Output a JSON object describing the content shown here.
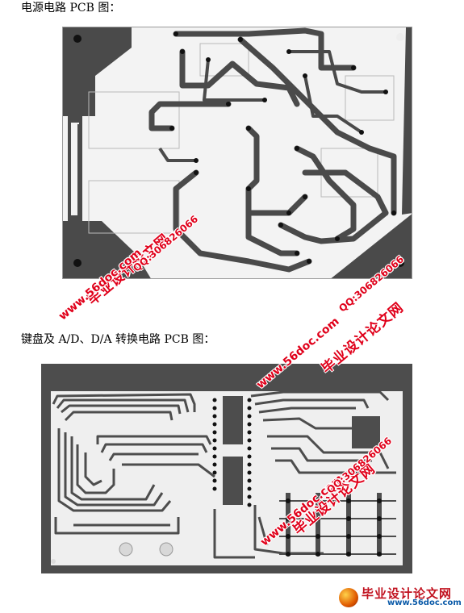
{
  "captions": {
    "power_pcb": "电源电路 PCB 图：",
    "keyboard_pcb": "键盘及 A/D、D/A 转换电路 PCB 图："
  },
  "watermarks": {
    "site_cn": "毕业设计论文网",
    "url": "www.56doc.com",
    "qq": "QQ:306826066"
  },
  "logo": {
    "cn": "毕业设计论文网",
    "url": "www.56doc.com"
  },
  "colors": {
    "trace": "#4a4a4a",
    "watermark": "#e0001a",
    "board_bg": "#f2f2f2"
  }
}
